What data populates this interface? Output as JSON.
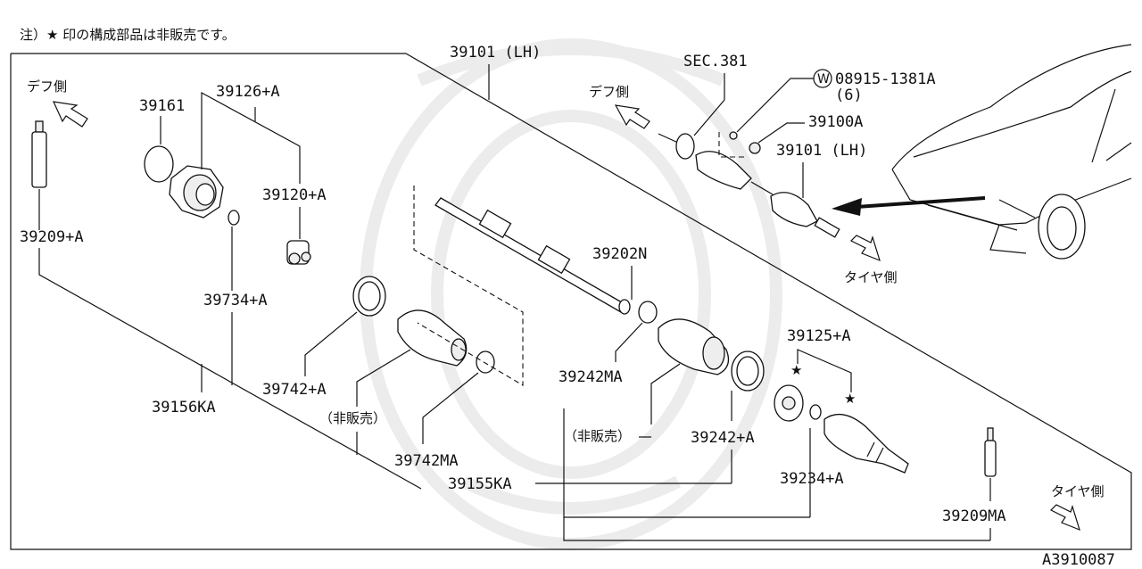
{
  "note": "注）★ 印の構成部品は非販売です。",
  "diagram_id": "A3910087",
  "labels": {
    "p39101_lh_top": "39101 (LH)",
    "sec381": "SEC.381",
    "washer_prefix": "W",
    "p08915": "08915-1381A",
    "p08915_qty": "(6)",
    "p39100a": "39100A",
    "p39101_lh_right": "39101 (LH)",
    "def_side_left": "デフ側",
    "def_side_mid": "デフ側",
    "tire_side_right": "タイヤ側",
    "tire_side_bottom": "タイヤ側",
    "p39161": "39161",
    "p39126a": "39126+A",
    "p39120a": "39120+A",
    "p39209a": "39209+A",
    "p39734a": "39734+A",
    "p39742a": "39742+A",
    "not_sold_left": "（非販売）",
    "p39742ma": "39742MA",
    "p39156ka": "39156KA",
    "p39202n": "39202N",
    "p39242ma": "39242MA",
    "not_sold_mid": "（非販売）",
    "p39242a": "39242+A",
    "p39155ka": "39155KA",
    "p39125a": "39125+A",
    "p39234a": "39234+A",
    "p39209ma": "39209MA",
    "star": "★"
  }
}
